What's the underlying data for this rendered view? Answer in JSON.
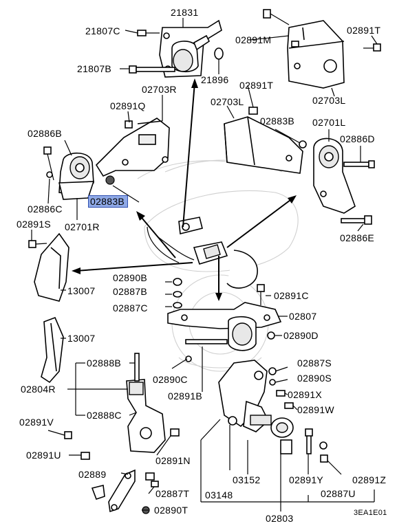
{
  "callouts": {
    "c21831": "21831",
    "c21807C": "21807C",
    "c21807B": "21807B",
    "c21896": "21896",
    "c02703R": "02703R",
    "c02891M": "02891M",
    "c02891T_top": "02891T",
    "c02891T_mid": "02891T",
    "c02703L_top": "02703L",
    "c02703L_mid": "02703L",
    "c02891Q": "02891Q",
    "c02883B_right": "02883B",
    "c02701L": "02701L",
    "c02886B": "02886B",
    "c02886D": "02886D",
    "c02883B_highlight": "02883B",
    "c02886C": "02886C",
    "c02891S": "02891S",
    "c02701R": "02701R",
    "c02886E": "02886E",
    "c02890B": "02890B",
    "c13007_upper": "13007",
    "c02887B": "02887B",
    "c02891C": "02891C",
    "c02887C": "02887C",
    "c02807": "02807",
    "c02890D": "02890D",
    "c13007_lower": "13007",
    "c02888B": "02888B",
    "c02887S": "02887S",
    "c02890C": "02890C",
    "c02890S": "02890S",
    "c02804R": "02804R",
    "c02891B": "02891B",
    "c02891X": "02891X",
    "c02888C": "02888C",
    "c02891W": "02891W",
    "c02891V": "02891V",
    "c02891U": "02891U",
    "c02891N": "02891N",
    "c02889": "02889",
    "c03152": "03152",
    "c02891Y": "02891Y",
    "c02891Z": "02891Z",
    "c02887T": "02887T",
    "c03148": "03148",
    "c02887U": "02887U",
    "c02890T": "02890T",
    "c02803": "02803",
    "diagram_code": "3EA1E01"
  },
  "colors": {
    "highlight_fill": "#8fa9e6",
    "highlight_border": "#2f4fb0",
    "line": "#000000",
    "background": "#ffffff"
  }
}
